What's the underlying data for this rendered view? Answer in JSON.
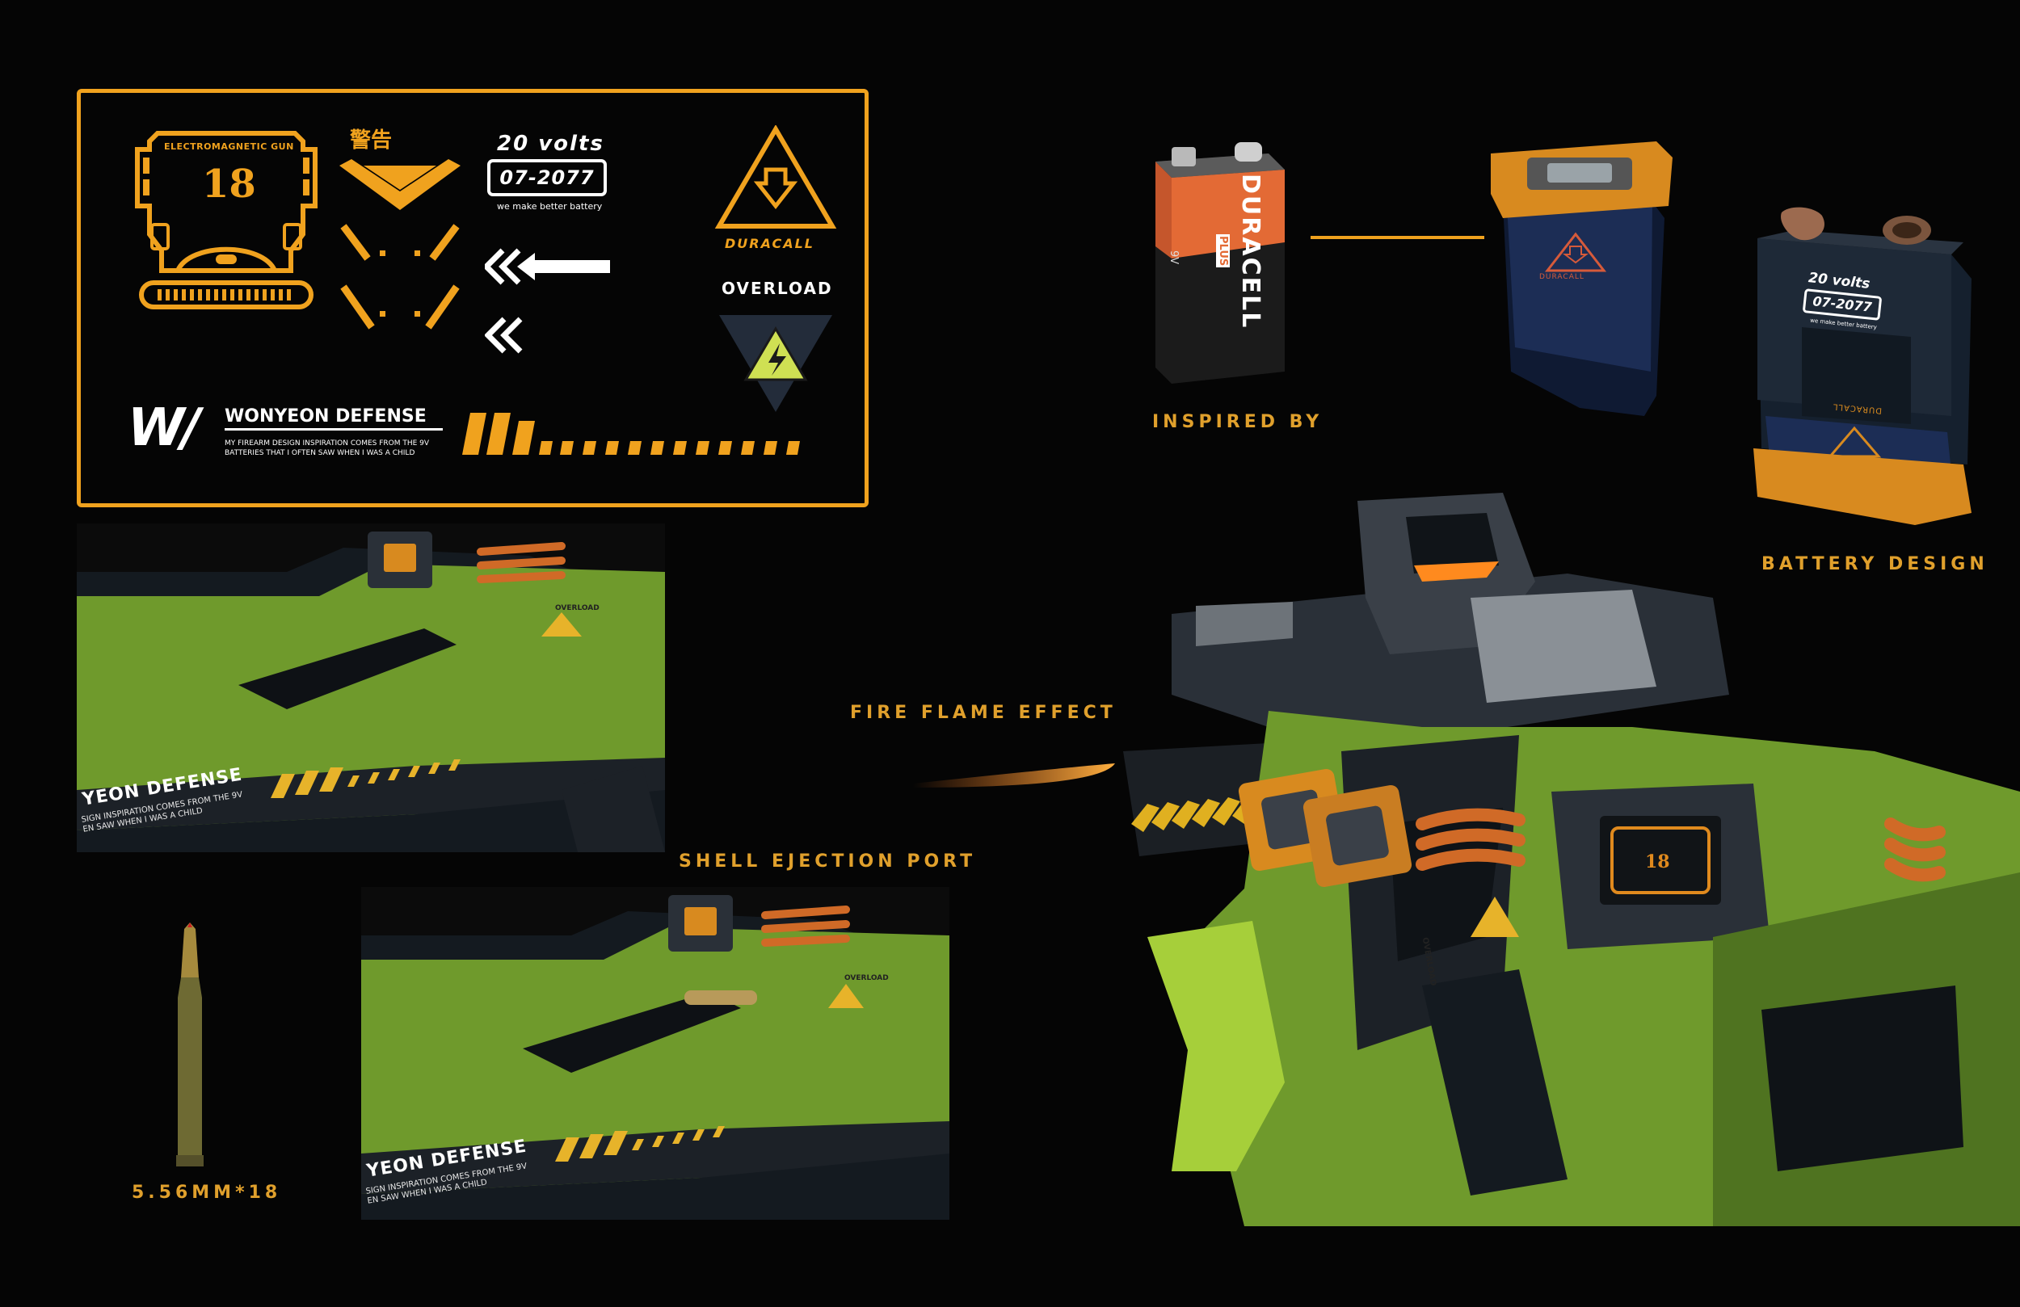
{
  "colors": {
    "accent": "#f0a21e",
    "background": "#050505",
    "gun_green": "#6f9a2c",
    "gun_dark": "#1c2127",
    "battery_blue": "#1c2d55",
    "battery_orange": "#d88a1f"
  },
  "decal_panel": {
    "emblem": {
      "title": "ELECTROMAGNETIC GUN",
      "number": "18"
    },
    "warning_cn": "警告",
    "voltage": {
      "title": "20 volts",
      "code": "07-2077",
      "tagline": "we make better battery"
    },
    "brand_triangle": "DURACALL",
    "overload": "OVERLOAD",
    "logo": "W/",
    "company": "WONYEON DEFENSE",
    "company_note": [
      "MY FIREARM DESIGN INSPIRATION COMES FROM THE 9V",
      "BATTERIES THAT I OFTEN SAW WHEN I WAS A CHILD"
    ]
  },
  "icons": [
    "electromagnetic-emblem-icon",
    "warning-chevron-icon",
    "arrow-left-icon",
    "double-chevron-icon",
    "down-arrow-triangle-icon",
    "lightning-hazard-icon",
    "battery-icon"
  ],
  "batteries": {
    "original_brand": "DURACELL",
    "original_sub": "PLUS",
    "original_voltage": "9V",
    "concept_front": "DURACALL",
    "concept_back_code": "07-2077",
    "concept_back_volts": "20 volts",
    "concept_back_tag": "we make better battery",
    "concept_back_brand": "DURACALL"
  },
  "gun_decals": {
    "left_brand": "YEON DEFENSE",
    "left_note": [
      "SIGN INSPIRATION COMES FROM THE 9V",
      "EN SAW WHEN I WAS A CHILD"
    ],
    "overload": "OVERLOAD",
    "screen_number": "18"
  },
  "labels": {
    "inspired_by": "INSPIRED BY",
    "battery_design": "BATTERY DESIGN",
    "fire_flame": "FIRE FLAME EFFECT",
    "shell_ejection": "SHELL EJECTION PORT",
    "ammo": "5.56MM*18"
  }
}
